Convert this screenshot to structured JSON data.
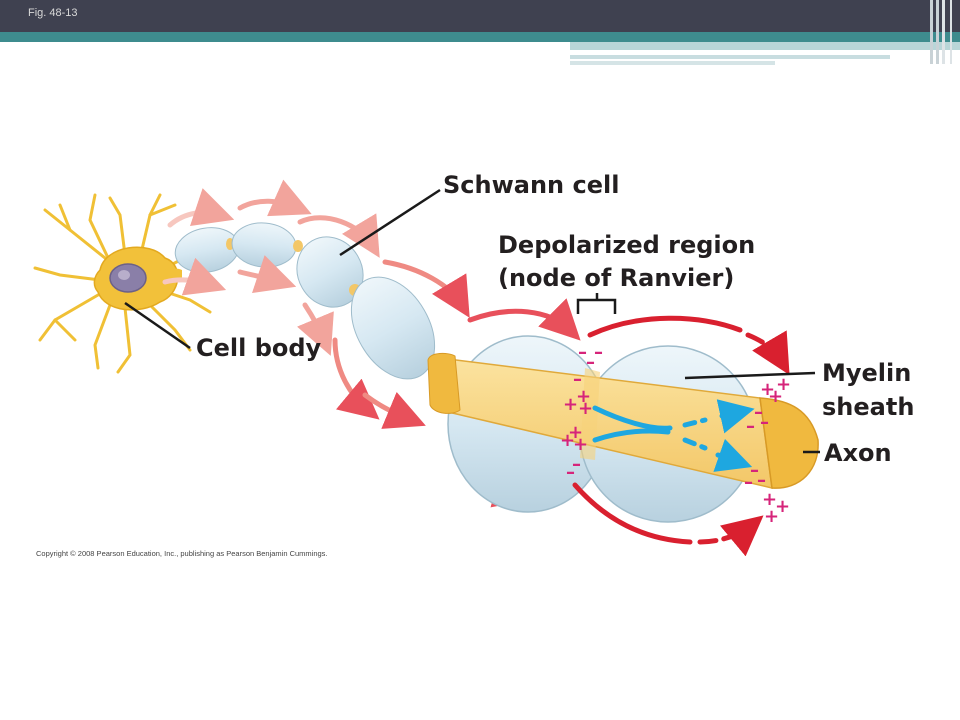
{
  "slide": {
    "figure_label": "Fig. 48-13"
  },
  "diagram": {
    "labels": {
      "schwann_cell": "Schwann cell",
      "depolarized_line1": "Depolarized region",
      "depolarized_line2": "(node of Ranvier)",
      "cell_body": "Cell body",
      "myelin_line1": "Myelin",
      "myelin_line2": "sheath",
      "axon": "Axon"
    },
    "copyright": "Copyright © 2008 Pearson Education, Inc., publishing as Pearson Benjamin Cummings."
  },
  "colors": {
    "header": "#3f4150",
    "teal": "#3e8c8e",
    "axon": "#f6d27a",
    "myelin": "#d3e6f0",
    "current_arrow": "#e8505b",
    "charge": "#d6247a",
    "flow_arrow": "#1ea7e0",
    "neuron_body": "#f2c13a"
  }
}
